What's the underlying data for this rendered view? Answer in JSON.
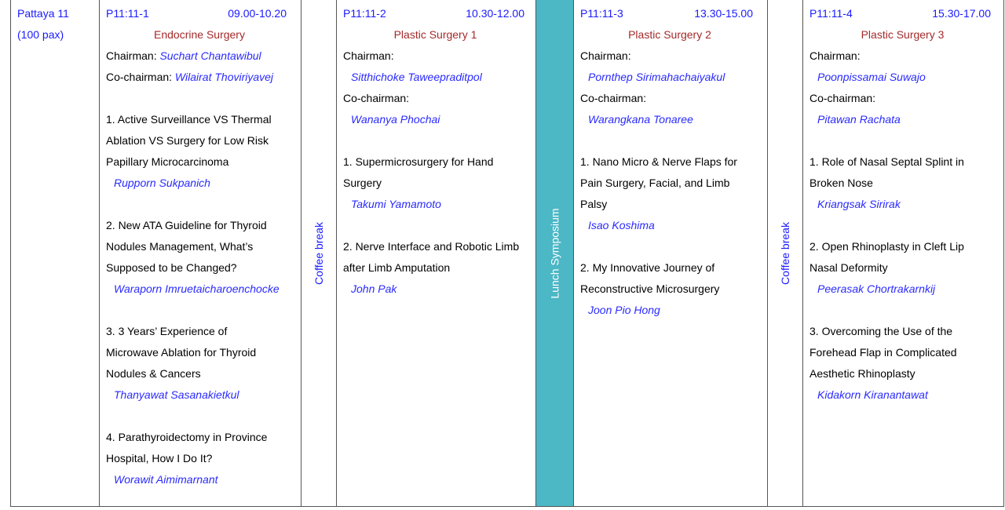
{
  "room": {
    "name": "Pattaya 11",
    "capacity": "(100 pax)"
  },
  "sessions": [
    {
      "code": "P11:11-1",
      "time": "09.00-10.20",
      "title": "Endocrine Surgery",
      "chair_label": "Chairman: ",
      "chair": "Suchart Chantawibul",
      "cochair_label": "Co-chairman: ",
      "cochair": "Wilairat Thoviriyavej",
      "talks": [
        {
          "lines": [
            "1. Active Surveillance VS Thermal",
            "Ablation VS Surgery for Low Risk",
            "Papillary Microcarcinoma"
          ],
          "speaker": "Rupporn Sukpanich"
        },
        {
          "lines": [
            "2. New ATA Guideline for Thyroid",
            "Nodules Management, What’s",
            "Supposed to be Changed?"
          ],
          "speaker": "Waraporn Imruetaicharoenchocke"
        },
        {
          "lines": [
            "3. 3 Years’ Experience of",
            "Microwave Ablation for Thyroid",
            "Nodules & Cancers"
          ],
          "speaker": "Thanyawat Sasanakietkul"
        },
        {
          "lines": [
            "4. Parathyroidectomy in Province",
            "Hospital, How I Do It?"
          ],
          "speaker": "Worawit Aimimarnant"
        }
      ]
    },
    {
      "code": "P11:11-2",
      "time": "10.30-12.00",
      "title": "Plastic Surgery 1",
      "chair_label": "Chairman:",
      "chair": "Sitthichoke Taweepraditpol",
      "cochair_label": "Co-chairman:",
      "cochair": "Wananya Phochai",
      "talks": [
        {
          "lines": [
            "1. Supermicrosurgery for Hand",
            "Surgery"
          ],
          "speaker": "Takumi Yamamoto"
        },
        {
          "lines": [
            "2. Nerve Interface and Robotic Limb",
            "after Limb Amputation"
          ],
          "speaker": "John Pak"
        }
      ]
    },
    {
      "code": "P11:11-3",
      "time": "13.30-15.00",
      "title": "Plastic Surgery 2",
      "chair_label": "Chairman:",
      "chair": "Pornthep Sirimahachaiyakul",
      "cochair_label": "Co-chairman:",
      "cochair": "Warangkana Tonaree",
      "talks": [
        {
          "lines": [
            "1. Nano Micro & Nerve Flaps for",
            "Pain Surgery, Facial, and Limb",
            "Palsy"
          ],
          "speaker": "Isao Koshima"
        },
        {
          "lines": [
            "2. My Innovative Journey of",
            "Reconstructive Microsurgery"
          ],
          "speaker": "Joon Pio Hong"
        }
      ]
    },
    {
      "code": "P11:11-4",
      "time": "15.30-17.00",
      "title": "Plastic Surgery 3",
      "chair_label": "Chairman:",
      "chair": "Poonpissamai Suwajo",
      "cochair_label": "Co-chairman:",
      "cochair": "Pitawan Rachata",
      "talks": [
        {
          "lines": [
            "1. Role of Nasal Septal Splint in",
            "Broken Nose"
          ],
          "speaker": "Kriangsak Sirirak"
        },
        {
          "lines": [
            "2. Open Rhinoplasty in Cleft Lip",
            "Nasal Deformity"
          ],
          "speaker": "Peerasak Chortrakarnkij"
        },
        {
          "lines": [
            "3. Overcoming the Use of the",
            "Forehead Flap in Complicated",
            "Aesthetic Rhinoplasty"
          ],
          "speaker": "Kidakorn Kiranantawat"
        }
      ]
    }
  ],
  "breaks": {
    "coffee1": "Coffee break",
    "lunch": "Lunch Symposium",
    "coffee2": "Coffee break"
  },
  "colors": {
    "code_blue": "#1a1aff",
    "title_red": "#a52a2a",
    "lunch_bg": "#4cb7c5"
  }
}
